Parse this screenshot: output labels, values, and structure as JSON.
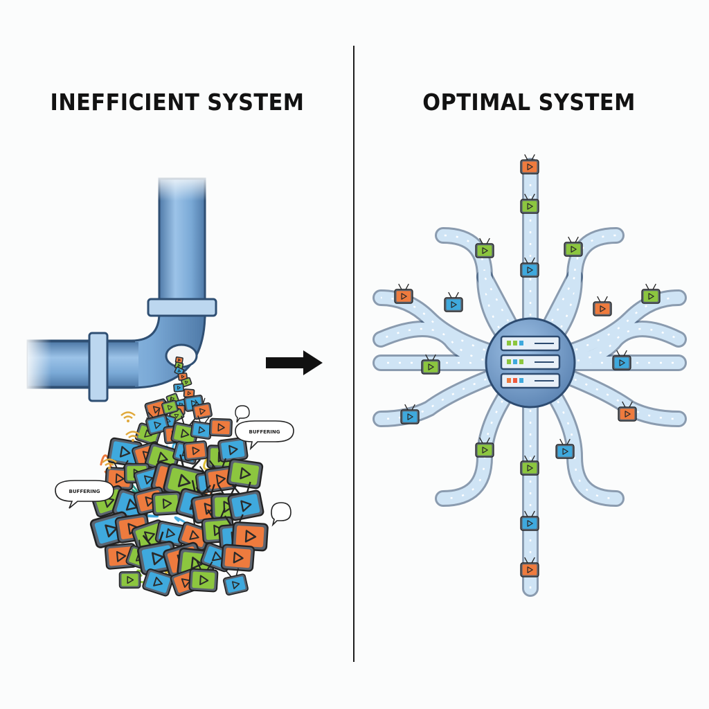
{
  "left_panel": {
    "title": "INEFFICIENT SYSTEM",
    "speech_bubbles": [
      "BUFFERING",
      "BUFFERING"
    ]
  },
  "right_panel": {
    "title": "OPTIMAL SYSTEM"
  },
  "colors": {
    "pipe": "#7aa9d6",
    "pipe_dark": "#3e5f86",
    "tube": "#cfe4f5",
    "hub": "#6f96c4",
    "tv_orange": "#ee7b3e",
    "tv_green": "#8cc63f",
    "tv_blue": "#3fa9dd",
    "arrow": "#111111"
  },
  "icons": [
    "pipe-icon",
    "tv-icon",
    "server-icon",
    "arrow-right-icon",
    "wifi-icon",
    "speech-bubble-icon"
  ]
}
